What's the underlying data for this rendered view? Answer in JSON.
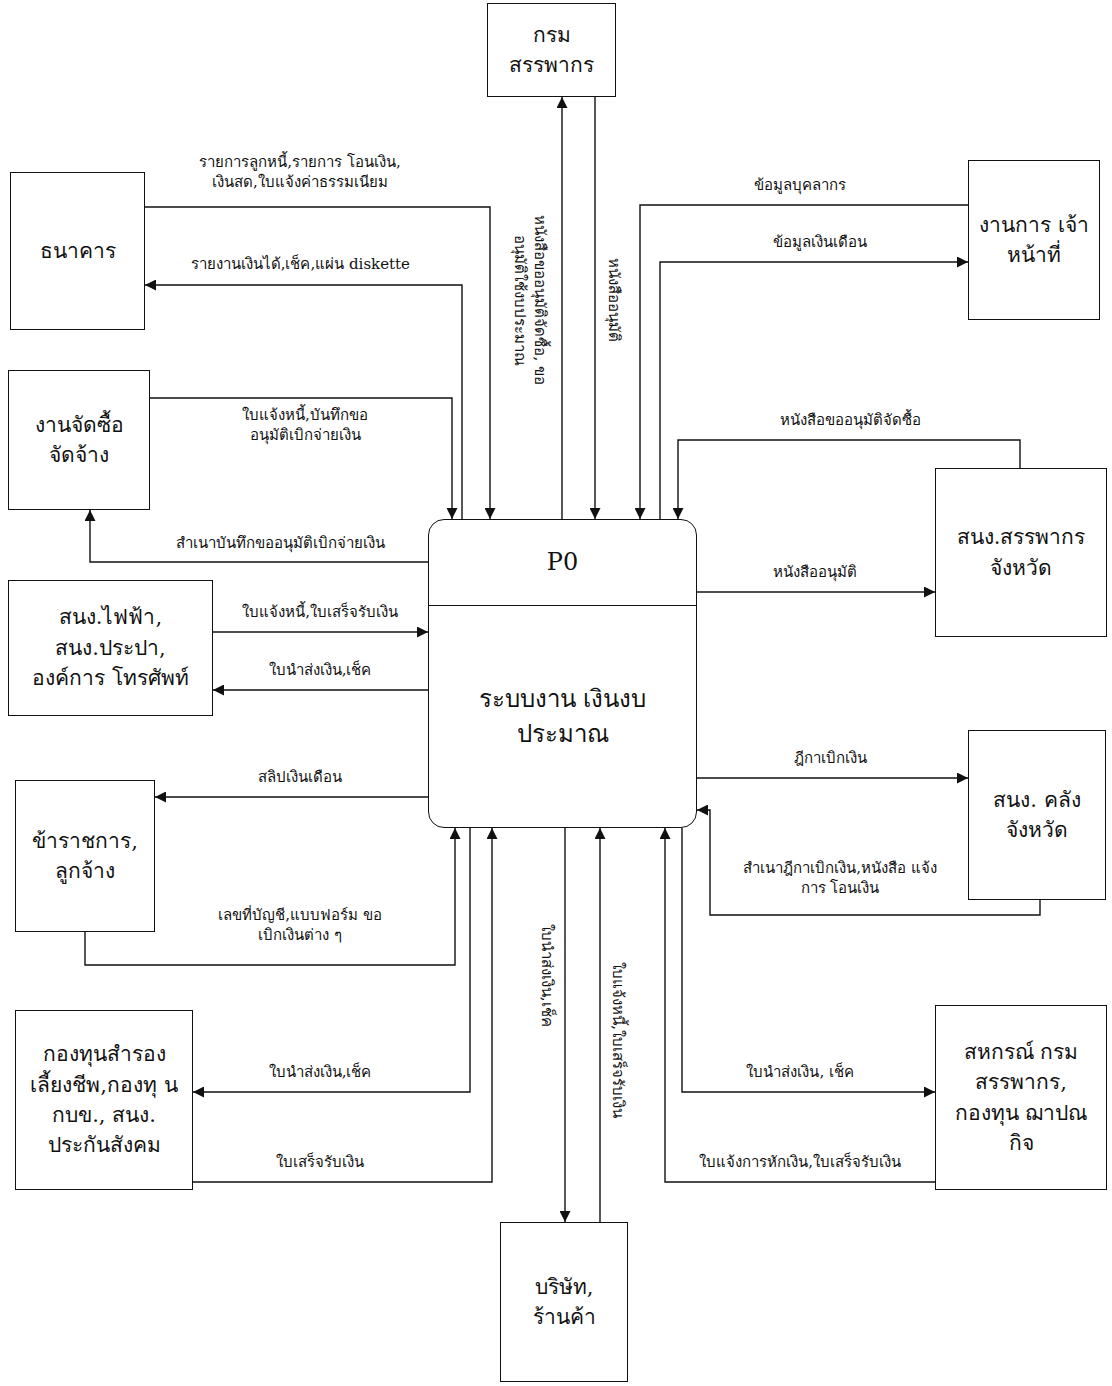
{
  "diagram": {
    "nodes": [
      {
        "text": [
          "กรม สรรพากร"
        ]
      },
      {
        "text": [
          "ธนาคาร"
        ]
      },
      {
        "text": [
          "งานการ เจ้าหน้าที่"
        ]
      },
      {
        "text": [
          "งานจัดซื้อ จัดจ้าง"
        ]
      },
      {
        "text": [
          "P0",
          "ระบบงาน เงินงบประมาณ"
        ]
      },
      {
        "text": [
          "สนง.สรรพากร จังหวัด"
        ]
      },
      {
        "text": [
          "สนง.ไฟฟ้า, สนง.ประปา, องค์การ โทรศัพท์"
        ]
      },
      {
        "text": [
          "สนง. คลังจังหวัด"
        ]
      },
      {
        "text": [
          "ข้าราชการ, ลูกจ้าง"
        ]
      },
      {
        "text": [
          "กองทุนสำรอง เลี้ยงชีพ,กองทุ น กบข., สนง. ประกันสังคม"
        ]
      },
      {
        "text": [
          "สหกรณ์ กรมสรรพากร, กองทุน ฌาปณกิจ"
        ]
      },
      {
        "text": [
          "บริษัท, ร้านค้า"
        ]
      }
    ],
    "edges": [
      {
        "from": 1,
        "to": 4,
        "label": "รายการลูกหนี้,รายการ โอนเงิน, เงินสด,ใบแจ้งค่าธรรมเนียม",
        "arrow": "to"
      },
      {
        "from": 4,
        "to": 1,
        "label": "รายงานเงินได้,เช็ค,แผ่น diskette",
        "arrow": "to"
      },
      {
        "from": 4,
        "to": 0,
        "label": "หนังสือขออนุมัติจัดซื้อ, ขออนุมัติใช้งบประมาณ",
        "arrow": "to"
      },
      {
        "from": 0,
        "to": 4,
        "label": "หนังสืออนุมัติ",
        "arrow": "to"
      },
      {
        "from": 2,
        "to": 4,
        "label": "ข้อมูลบุคลากร",
        "arrow": "to"
      },
      {
        "from": 4,
        "to": 2,
        "label": "ข้อมูลเงินเดือน",
        "arrow": "to"
      },
      {
        "from": 3,
        "to": 4,
        "label": "ใบแจ้งหนี้,บันทึกขอ อนุมัติเบิกจ่ายเงิน",
        "arrow": "to"
      },
      {
        "from": 4,
        "to": 3,
        "label": "สำเนาบันทึกขออนุมัติเบิกจ่ายเงิน",
        "arrow": "to"
      },
      {
        "from": 5,
        "to": 4,
        "label": "หนังสือขออนุมัติจัดซื้อ",
        "arrow": "to"
      },
      {
        "from": 4,
        "to": 5,
        "label": "หนังสืออนุมัติ",
        "arrow": "to"
      },
      {
        "from": 6,
        "to": 4,
        "label": "ใบแจ้งหนี้,ใบเสร็จรับเงิน",
        "arrow": "to"
      },
      {
        "from": 4,
        "to": 6,
        "label": "ใบนำส่งเงิน,เช็ค",
        "arrow": "to"
      },
      {
        "from": 4,
        "to": 8,
        "label": "สลิปเงินเดือน",
        "arrow": "to"
      },
      {
        "from": 8,
        "to": 4,
        "label": "เลขที่บัญชี,แบบฟอร์ม ขอเบิกเงินต่าง ๆ",
        "arrow": "to"
      },
      {
        "from": 4,
        "to": 7,
        "label": "ฎีกาเบิกเงิน",
        "arrow": "to"
      },
      {
        "from": 7,
        "to": 4,
        "label": "สำเนาฎีกาเบิกเงิน,หนังสือ แจ้งการ โอนเงิน",
        "arrow": "to"
      },
      {
        "from": 4,
        "to": 9,
        "label": "ใบนำส่งเงิน,เช็ค",
        "arrow": "to"
      },
      {
        "from": 9,
        "to": 4,
        "label": "ใบเสร็จรับเงิน",
        "arrow": "to"
      },
      {
        "from": 4,
        "to": 11,
        "label": "ใบนำส่งเงิน,เช็ค",
        "arrow": "to"
      },
      {
        "from": 11,
        "to": 4,
        "label": "ใบแจ้งหนี้,ใบเสร็จรับเงิน",
        "arrow": "to"
      },
      {
        "from": 4,
        "to": 10,
        "label": "ใบนำส่งเงิน, เช็ค",
        "arrow": "to"
      },
      {
        "from": 10,
        "to": 4,
        "label": "ใบแจ้งการหักเงิน,ใบเสร็จรับเงิน",
        "arrow": "to"
      }
    ]
  }
}
